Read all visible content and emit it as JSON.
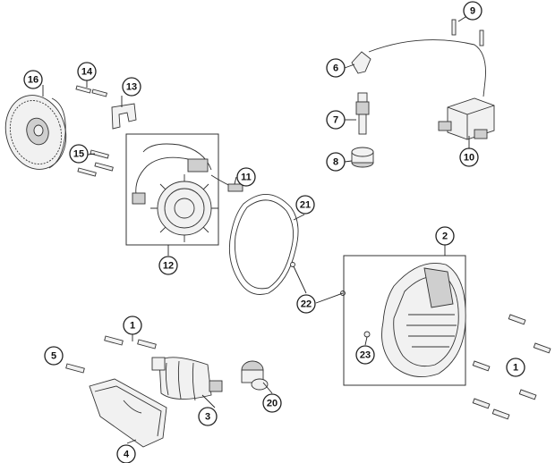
{
  "callouts": [
    {
      "id": "c9",
      "label": "9"
    },
    {
      "id": "c6",
      "label": "6"
    },
    {
      "id": "c7",
      "label": "7"
    },
    {
      "id": "c8",
      "label": "8"
    },
    {
      "id": "c10",
      "label": "10"
    },
    {
      "id": "c16",
      "label": "16"
    },
    {
      "id": "c14",
      "label": "14"
    },
    {
      "id": "c13",
      "label": "13"
    },
    {
      "id": "c15",
      "label": "15"
    },
    {
      "id": "c11",
      "label": "11"
    },
    {
      "id": "c12",
      "label": "12"
    },
    {
      "id": "c21",
      "label": "21"
    },
    {
      "id": "c2",
      "label": "2"
    },
    {
      "id": "c22",
      "label": "22"
    },
    {
      "id": "c23",
      "label": "23"
    },
    {
      "id": "c1a",
      "label": "1"
    },
    {
      "id": "c1b",
      "label": "1"
    },
    {
      "id": "c5",
      "label": "5"
    },
    {
      "id": "c3",
      "label": "3"
    },
    {
      "id": "c20",
      "label": "20"
    },
    {
      "id": "c4",
      "label": "4"
    }
  ]
}
